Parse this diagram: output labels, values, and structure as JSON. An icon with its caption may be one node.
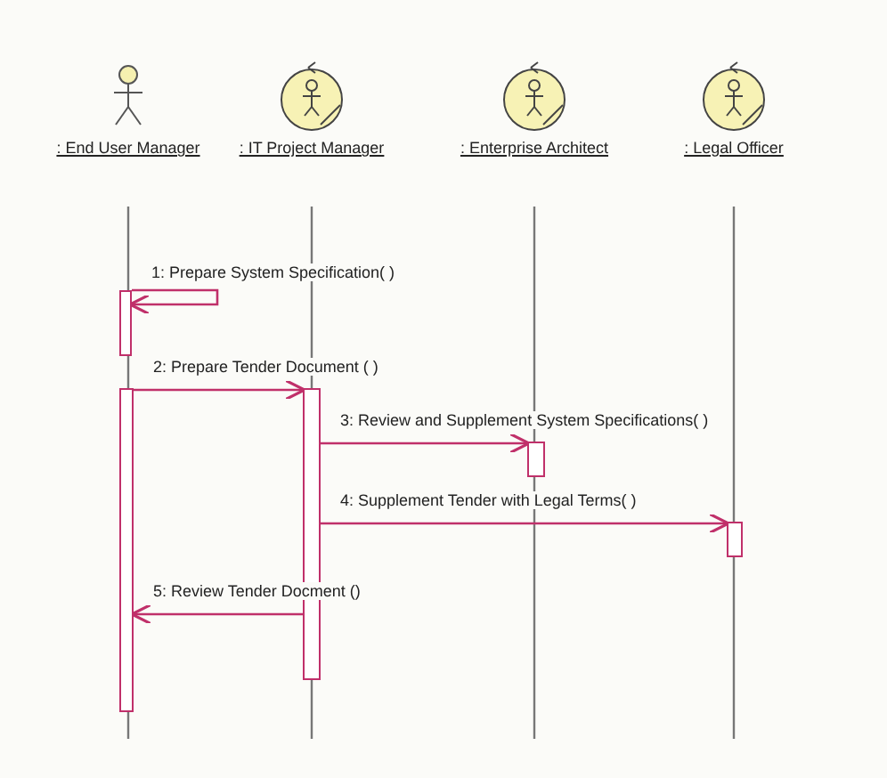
{
  "diagram": {
    "nodes": [
      {
        "text": [
          ": End User Manager"
        ]
      },
      {
        "text": [
          ": IT Project Manager"
        ]
      },
      {
        "text": [
          ": Enterprise Architect"
        ]
      },
      {
        "text": [
          ": Legal Officer"
        ]
      },
      {
        "text": [],
        "shape": "bar"
      },
      {
        "text": [],
        "shape": "bar"
      },
      {
        "text": [],
        "shape": "bar"
      },
      {
        "text": [],
        "shape": "bar"
      },
      {
        "text": [],
        "shape": "bar"
      }
    ],
    "edges": [
      {
        "from": 4,
        "to": 4,
        "arrow": "to",
        "label": "1: Prepare System Specification( )"
      },
      {
        "from": 5,
        "to": 6,
        "arrow": "to",
        "label": "2: Prepare Tender Document ( )"
      },
      {
        "from": 6,
        "to": 7,
        "arrow": "to",
        "label": "3: Review and Supplement System Specifications( )"
      },
      {
        "from": 6,
        "to": 8,
        "arrow": "to",
        "label": "4: Supplement Tender with Legal Terms( )"
      },
      {
        "from": 6,
        "to": 5,
        "arrow": "to",
        "label": "5: Review Tender Docment ()"
      }
    ]
  }
}
